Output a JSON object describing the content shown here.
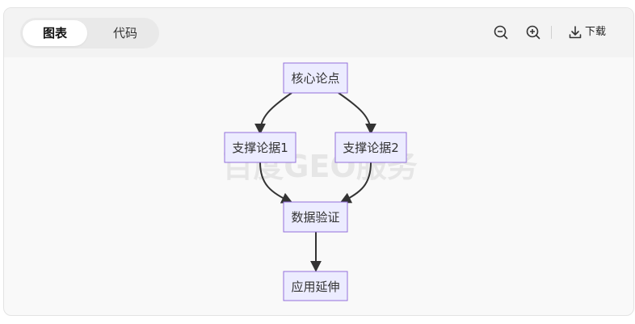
{
  "tabs": {
    "chart": "图表",
    "code": "代码"
  },
  "toolbar": {
    "zoom_out_icon": "zoom-out-icon",
    "zoom_in_icon": "zoom-in-icon",
    "download_icon": "download-icon",
    "download_label": "下载"
  },
  "diagram": {
    "nodes": {
      "core": "核心论点",
      "support1": "支撑论据1",
      "support2": "支撑论据2",
      "verify": "数据验证",
      "apply": "应用延伸"
    },
    "watermark": "百度GEO服务"
  },
  "colors": {
    "node_fill": "#ECECFF",
    "node_border": "#9370DB",
    "edge": "#333333",
    "toolbar_bg": "#f3f3f3",
    "canvas_bg": "#f9f9f9"
  }
}
